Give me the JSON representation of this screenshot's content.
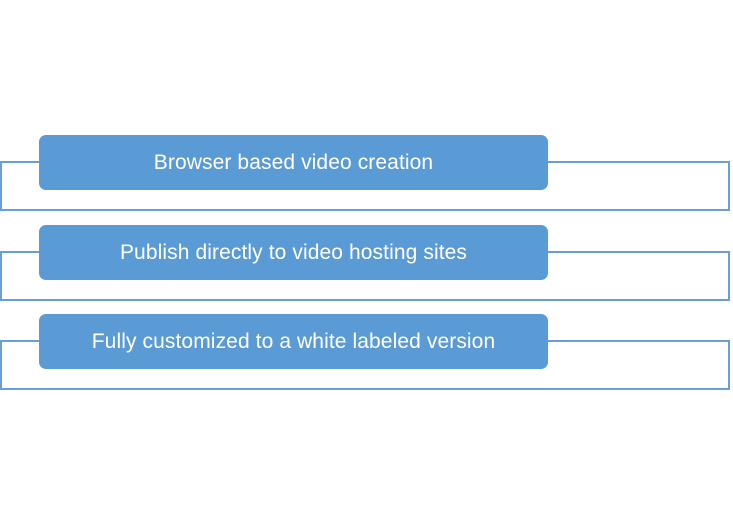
{
  "colors": {
    "pill_fill": "#5b9bd5",
    "frame_stroke": "#6a9fd6",
    "text": "#ffffff"
  },
  "items": [
    {
      "label": "Browser based video creation"
    },
    {
      "label": "Publish directly to video hosting sites"
    },
    {
      "label": "Fully customized to a white labeled version"
    }
  ]
}
